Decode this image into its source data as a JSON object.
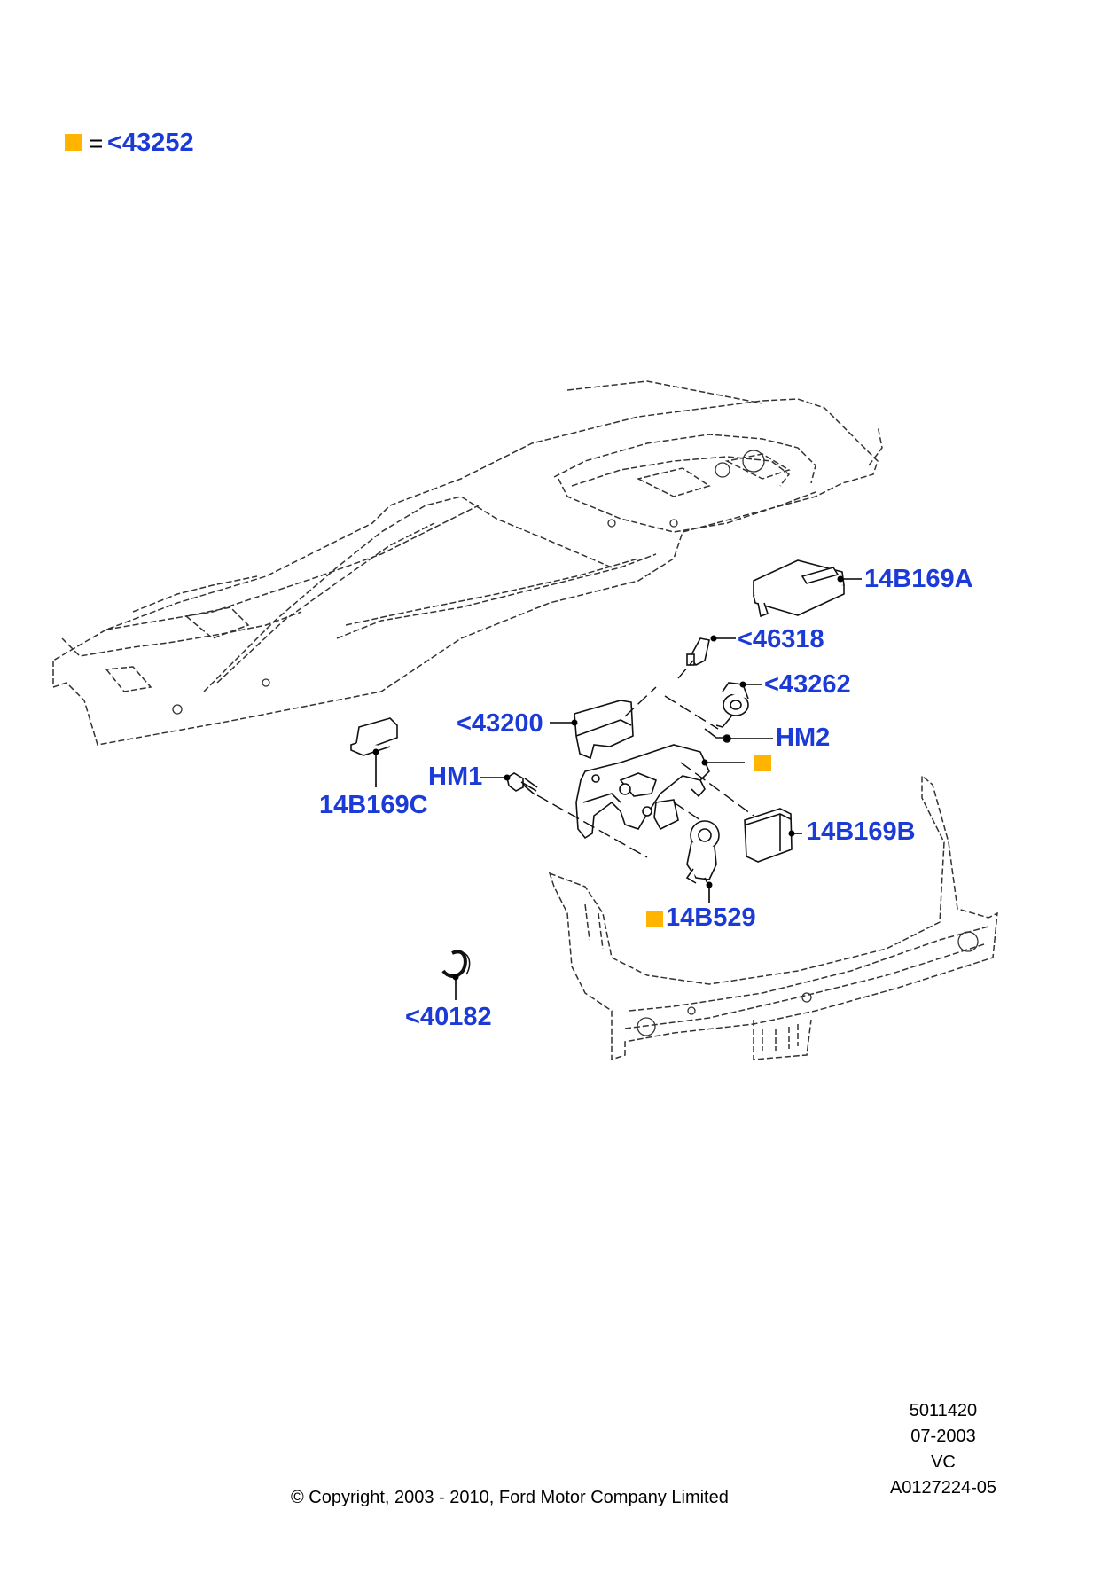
{
  "colors": {
    "callout": "#1b3ad6",
    "marker": "#ffb400",
    "line": "#000000"
  },
  "legend": {
    "equals": "=",
    "target": "<43252"
  },
  "callouts": {
    "c14B169A": "14B169A",
    "c46318": "<46318",
    "c43262": "<43262",
    "c43200": "<43200",
    "cHM2": "HM2",
    "cHM1": "HM1",
    "c14B169C": "14B169C",
    "c14B169B": "14B169B",
    "c14B529": "14B529",
    "c40182": "<40182"
  },
  "info_block": {
    "line1": "5011420",
    "line2": "07-2003",
    "line3": "VC",
    "line4": "A0127224-05"
  },
  "copyright": "© Copyright, 2003 - 2010, Ford Motor Company Limited"
}
